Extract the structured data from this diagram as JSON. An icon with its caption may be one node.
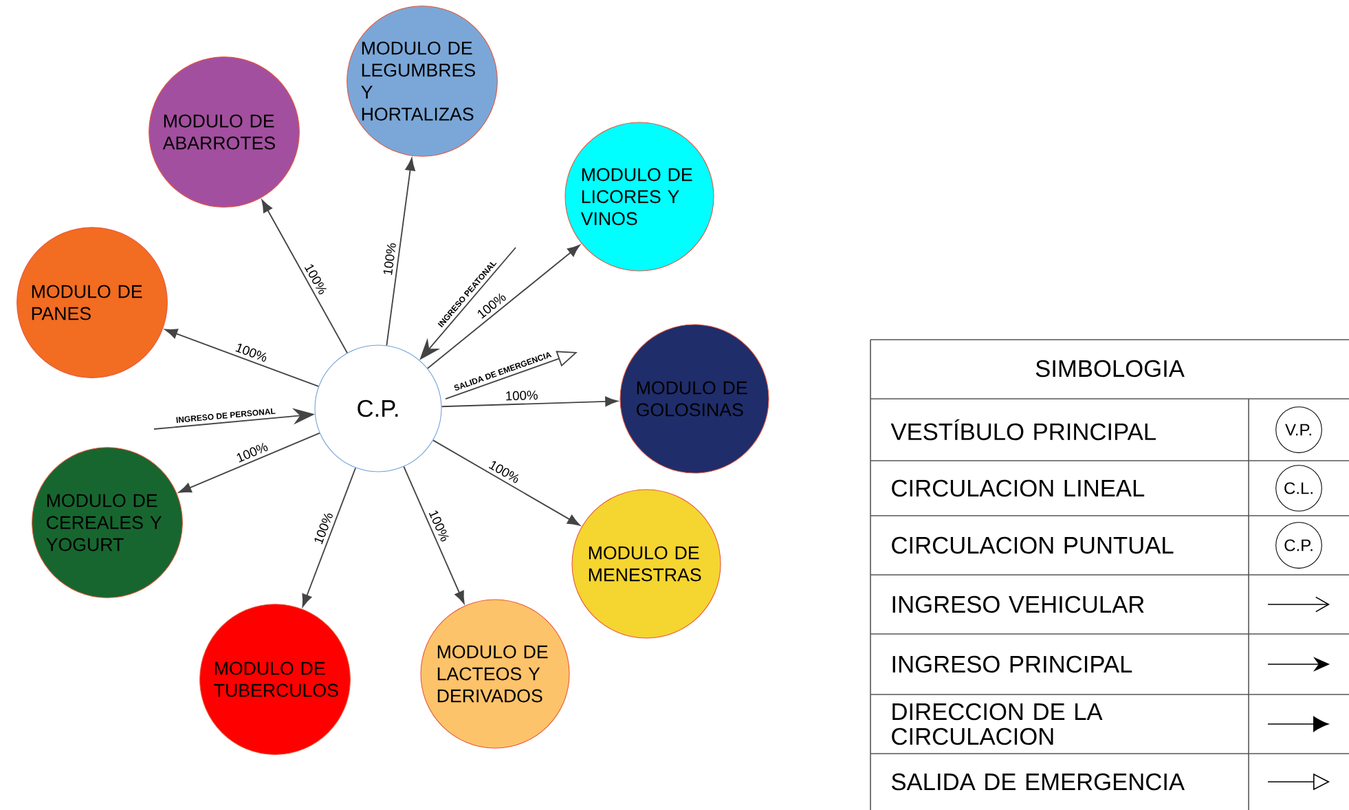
{
  "diagram": {
    "title": "SIMBOLOGIA",
    "nodes": [
      {
        "text": [
          "C.P."
        ]
      },
      {
        "text": [
          "MODULO DE LEGUMBRES Y HORTALIZAS"
        ]
      },
      {
        "text": [
          "MODULO DE ABARROTES"
        ]
      },
      {
        "text": [
          "MODULO DE LICORES Y VINOS"
        ]
      },
      {
        "text": [
          "MODULO DE PANES"
        ]
      },
      {
        "text": [
          "MODULO DE GOLOSINAS"
        ]
      },
      {
        "text": [
          "MODULO DE CEREALES Y YOGURT"
        ]
      },
      {
        "text": [
          "MODULO DE MENESTRAS"
        ]
      },
      {
        "text": [
          "MODULO DE LACTEOS Y DERIVADOS"
        ]
      },
      {
        "text": [
          "MODULO DE TUBERCULOS"
        ]
      }
    ],
    "edges": [
      {
        "from": 0,
        "to": 1,
        "arrow": "to",
        "label": "100%"
      },
      {
        "from": 0,
        "to": 2,
        "arrow": "to",
        "label": "100%"
      },
      {
        "from": 0,
        "to": 3,
        "arrow": "to",
        "label": "100%"
      },
      {
        "from": 0,
        "to": 4,
        "arrow": "to",
        "label": "100%"
      },
      {
        "from": 0,
        "to": 5,
        "arrow": "to",
        "label": "100%"
      },
      {
        "from": 0,
        "to": 6,
        "arrow": "to",
        "label": "100%"
      },
      {
        "from": 0,
        "to": 7,
        "arrow": "to",
        "label": "100%"
      },
      {
        "from": 0,
        "to": 8,
        "arrow": "to",
        "label": "100%"
      },
      {
        "from": 0,
        "to": 9,
        "arrow": "to",
        "label": "100%"
      },
      {
        "from": null,
        "to": 0,
        "arrow": "to",
        "label": "INGRESO PEATONAL"
      },
      {
        "from": 0,
        "to": null,
        "arrow": "to",
        "label": "SALIDA DE EMERGENCIA"
      },
      {
        "from": null,
        "to": 0,
        "arrow": "to",
        "label": "INGRESO DE PERSONAL"
      }
    ],
    "labels": [
      "V.P.",
      "C.L.",
      "C.P."
    ],
    "legend": [
      {
        "text": "VESTÍBULO PRINCIPAL"
      },
      {
        "text": "CIRCULACION LINEAL"
      },
      {
        "text": "CIRCULACION PUNTUAL"
      },
      {
        "text": "INGRESO VEHICULAR"
      },
      {
        "text": "INGRESO PRINCIPAL"
      },
      {
        "text": "DIRECCION DE LA CIRCULACION"
      },
      {
        "text": "SALIDA DE EMERGENCIA"
      }
    ]
  }
}
